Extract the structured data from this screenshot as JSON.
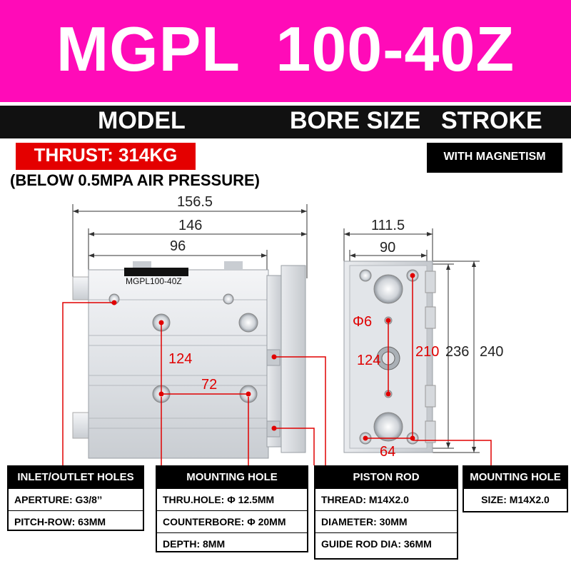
{
  "header": {
    "title": "MGPL  100-40Z",
    "labels": {
      "model": "MODEL",
      "bore_size": "BORE SIZE",
      "stroke": "STROKE"
    }
  },
  "specs": {
    "thrust": "THRUST: 314KG",
    "pressure_note": "(BELOW 0.5MPA AIR PRESSURE)",
    "magnetism": "WITH MAGNETISM"
  },
  "side_view": {
    "label_plate": "MGPL100-40Z",
    "dimensions": {
      "overall": "156.5",
      "body": "146",
      "rod_spacing": "96",
      "hole_vertical": "124",
      "hole_horizontal": "72"
    }
  },
  "end_view": {
    "dimensions": {
      "width": "111.5",
      "inner_width": "90",
      "hole_dia": "Φ6",
      "center_vertical": "124",
      "pitch_210": "210",
      "height_236": "236",
      "height_240": "240",
      "bottom_spacing": "64"
    }
  },
  "info_boxes": [
    {
      "title": "INLET/OUTLET HOLES",
      "rows": [
        "APERTURE: G3/8’’",
        "PITCH-ROW: 63MM"
      ]
    },
    {
      "title": "MOUNTING HOLE",
      "rows": [
        "THRU.HOLE: Φ 12.5MM",
        "COUNTERBORE: Φ 20MM",
        "DEPTH: 8MM"
      ]
    },
    {
      "title": "PISTON ROD",
      "rows": [
        "THREAD: M14X2.0",
        "DIAMETER: 30MM",
        "GUIDE ROD DIA: 36MM"
      ]
    },
    {
      "title": "MOUNTING HOLE",
      "rows": [
        "SIZE: M14X2.0"
      ]
    }
  ],
  "colors": {
    "title_bg": "#ff0bb8",
    "accent_red": "#e00000",
    "bar_black": "#111111"
  }
}
